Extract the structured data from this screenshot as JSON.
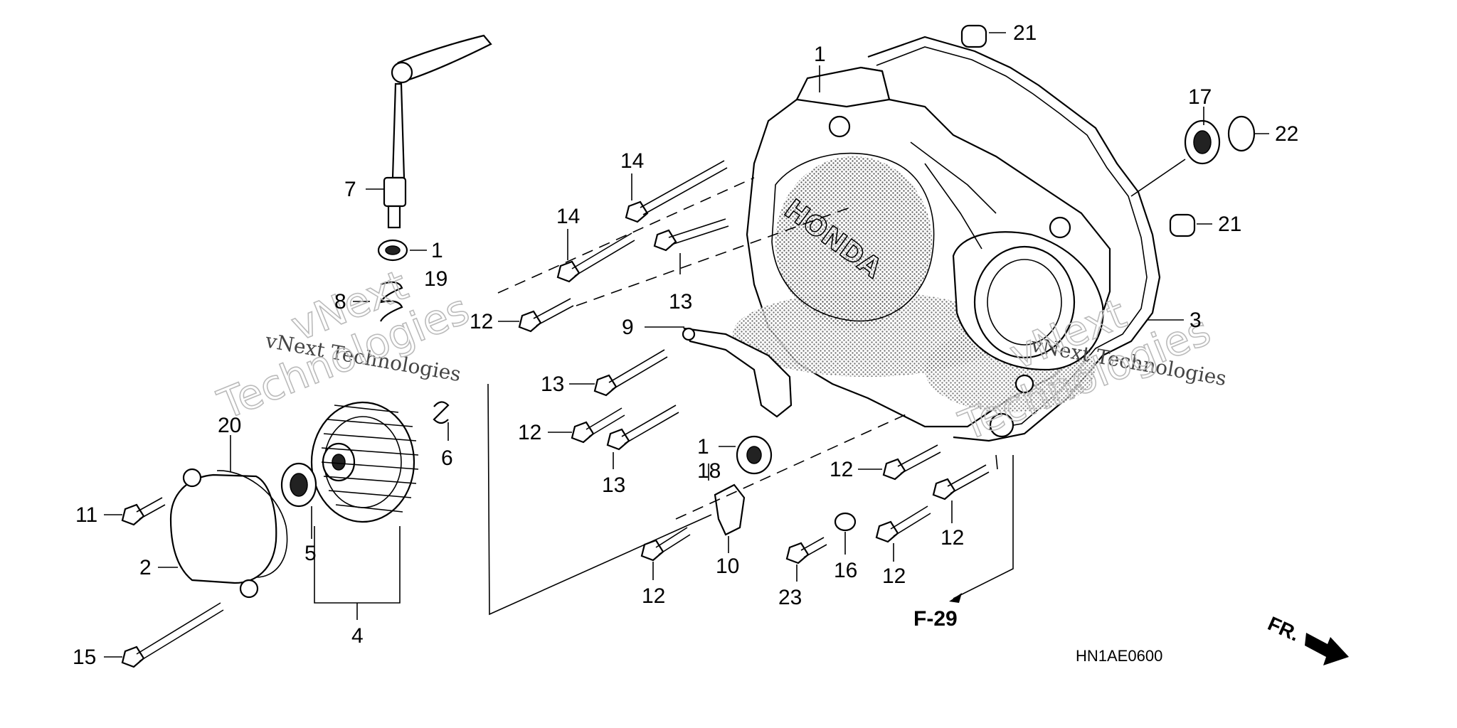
{
  "diagram": {
    "reference_label": "F-29",
    "diagram_code": "HN1AE0600",
    "direction_label": "FR.",
    "cover_brand": "HONDA",
    "watermarks": [
      "vNext Technologies",
      "vNext",
      "Technologies",
      "vNext Technologies",
      "vNext",
      "Technologies"
    ],
    "callouts": [
      {
        "n": "1"
      },
      {
        "n": "21"
      },
      {
        "n": "17"
      },
      {
        "n": "22"
      },
      {
        "n": "21"
      },
      {
        "n": "3"
      },
      {
        "n": "7"
      },
      {
        "n": "1"
      },
      {
        "n": "19"
      },
      {
        "n": "8"
      },
      {
        "n": "14"
      },
      {
        "n": "14"
      },
      {
        "n": "13"
      },
      {
        "n": "12"
      },
      {
        "n": "9"
      },
      {
        "n": "13"
      },
      {
        "n": "12"
      },
      {
        "n": "13"
      },
      {
        "n": "1"
      },
      {
        "n": "18"
      },
      {
        "n": "12"
      },
      {
        "n": "12"
      },
      {
        "n": "12"
      },
      {
        "n": "16"
      },
      {
        "n": "23"
      },
      {
        "n": "12"
      },
      {
        "n": "10"
      },
      {
        "n": "20"
      },
      {
        "n": "6"
      },
      {
        "n": "11"
      },
      {
        "n": "5"
      },
      {
        "n": "2"
      },
      {
        "n": "4"
      },
      {
        "n": "15"
      }
    ]
  }
}
